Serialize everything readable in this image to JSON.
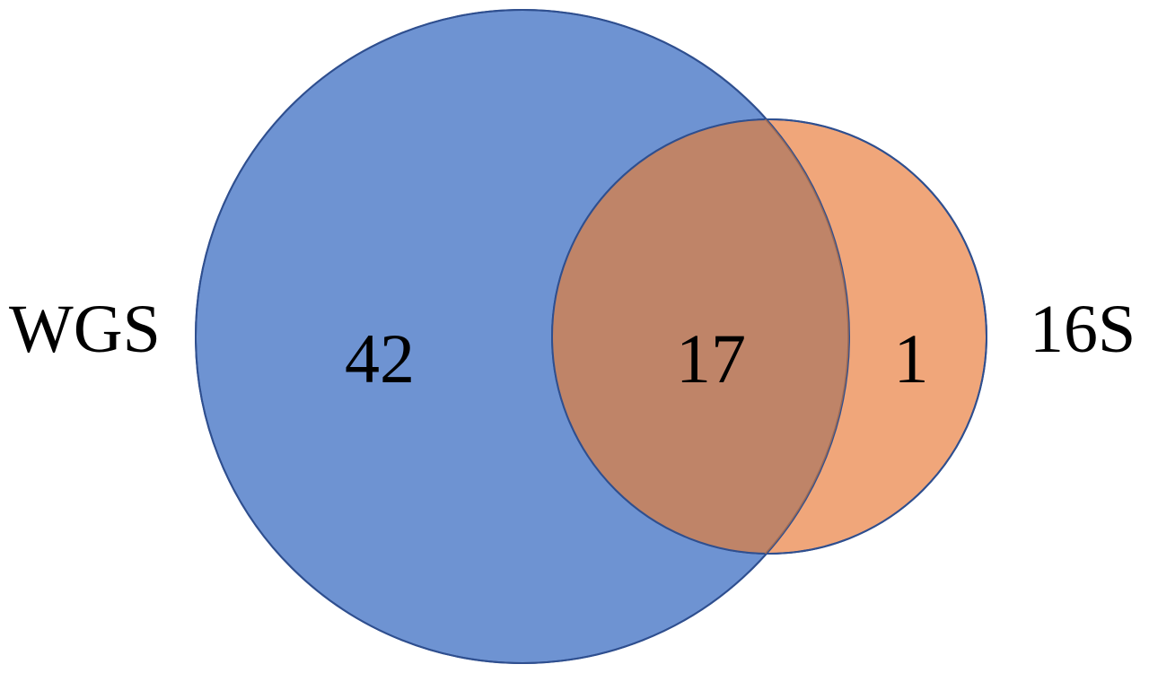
{
  "sets": [
    {
      "id": "wgs",
      "label": "WGS",
      "fill": "#6E93D2",
      "stroke": "#2F4F8F"
    },
    {
      "id": "s16",
      "label": "16S",
      "fill": "#F0A67A",
      "stroke": "#2F4F8F"
    }
  ],
  "regions": {
    "wgs_only": 42,
    "intersection": 17,
    "s16_only": 1
  },
  "colors": {
    "intersection": "#BF8468",
    "background": "#FFFFFF"
  }
}
